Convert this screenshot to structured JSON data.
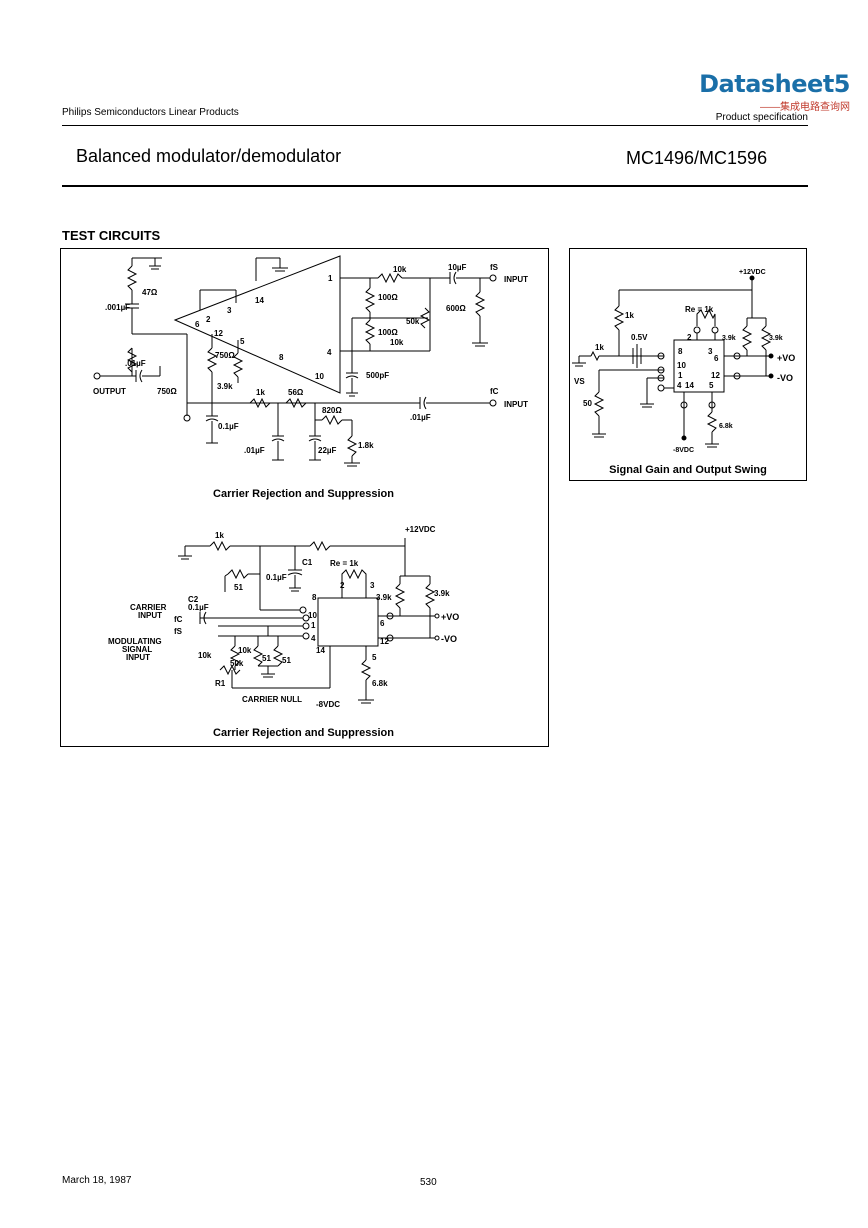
{
  "header": {
    "company": "Philips Semiconductors Linear Products",
    "doc_type": "Product specification",
    "title": "Balanced modulator/demodulator",
    "part_number": "MC1496/MC1596"
  },
  "watermark": {
    "name": "Datasheet5",
    "sub": "——集成电路查询网"
  },
  "section": {
    "title": "TEST CIRCUITS"
  },
  "circuit1": {
    "caption": "Carrier Rejection and Suppression",
    "labels": {
      "c001": ".001µF",
      "r47": "47Ω",
      "c01a": ".01µF",
      "output": "OUTPUT",
      "r750a": "750Ω",
      "r750b": "750Ω",
      "r39": "3.9k",
      "r1k": "1k",
      "r56": "56Ω",
      "r820": "820Ω",
      "c01b": ".01µF",
      "c01c": ".01µF",
      "c22": "22µF",
      "r18": "1.8k",
      "c01d": "0.1µF",
      "r10ka": "10k",
      "c10": "10µF",
      "fs": "fS",
      "input1": "INPUT",
      "r100a": "100Ω",
      "r600": "600Ω",
      "r50k": "50k",
      "r100b": "100Ω",
      "r10kb": "10k",
      "c500": "500pF",
      "fc": "fC",
      "input2": "INPUT",
      "p1": "1",
      "p2": "2",
      "p3": "3",
      "p4": "4",
      "p5": "5",
      "p6": "6",
      "p8": "8",
      "p10": "10",
      "p12": "12",
      "p14": "14"
    }
  },
  "circuit2": {
    "caption": "Signal Gain and Output Swing",
    "labels": {
      "vcc": "+12VDC",
      "re": "Re = 1k",
      "r1ka": "1k",
      "r1kb": "1k",
      "v05": "0.5V",
      "vs": "VS",
      "r50": "50",
      "r39a": "3.9k",
      "r39b": "3.9k",
      "vop": "+VO",
      "von": "-VO",
      "r68": "6.8k",
      "vee": "-8VDC",
      "p2": "2",
      "p3": "3",
      "p8": "8",
      "p6": "6",
      "p10": "10",
      "p1": "1",
      "p12": "12",
      "p4": "4",
      "p14": "14",
      "p5": "5"
    }
  },
  "circuit3": {
    "caption": "Carrier Rejection and Suppression",
    "labels": {
      "r1k": "1k",
      "vcc": "+12VDC",
      "c1": "C1",
      "c1v": "0.1µF",
      "re": "Re = 1k",
      "r51a": "51",
      "c2": "C2",
      "c2v": "0.1µF",
      "carrier": "CARRIER",
      "carrier2": "INPUT",
      "fc": "fC",
      "fs": "fS",
      "mod1": "MODULATING",
      "mod2": "SIGNAL",
      "mod3": "INPUT",
      "r10ka": "10k",
      "r10kb": "10k",
      "r50k": "50k",
      "r51b": "51",
      "r51c": "51",
      "r1": "R1",
      "null": "CARRIER NULL",
      "vee": "-8VDC",
      "r39a": "3.9k",
      "r39b": "3.9k",
      "vop": "+VO",
      "von": "-VO",
      "r68": "6.8k",
      "p8": "8",
      "p2": "2",
      "p3": "3",
      "p10": "10",
      "p1": "1",
      "p4": "4",
      "p6": "6",
      "p12": "12",
      "p14": "14",
      "p5": "5"
    }
  },
  "footer": {
    "date": "March 18, 1987",
    "page": "530"
  }
}
